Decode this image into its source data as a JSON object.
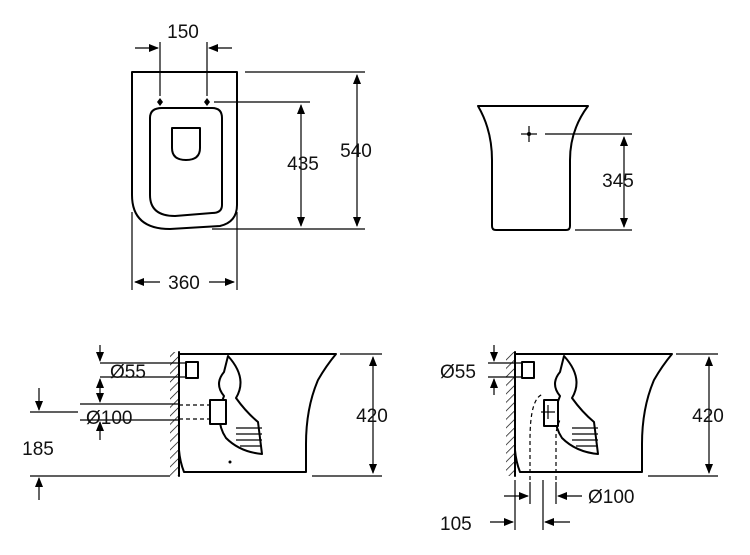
{
  "dimensions": {
    "top_view": {
      "fixing_spacing": "150",
      "fixing_depth": "435",
      "overall_length": "540",
      "width": "360"
    },
    "front_view": {
      "height": "345"
    },
    "side_view_horizontal": {
      "inlet_diameter": "Ø55",
      "outlet_diameter": "Ø100",
      "outlet_height": "185",
      "height": "420"
    },
    "side_view_floor": {
      "inlet_diameter": "Ø55",
      "outlet_diameter": "Ø100",
      "outlet_offset": "105",
      "height": "420"
    }
  },
  "colors": {
    "line": "#000000",
    "background": "#ffffff",
    "wall_hatch": "#000000"
  }
}
